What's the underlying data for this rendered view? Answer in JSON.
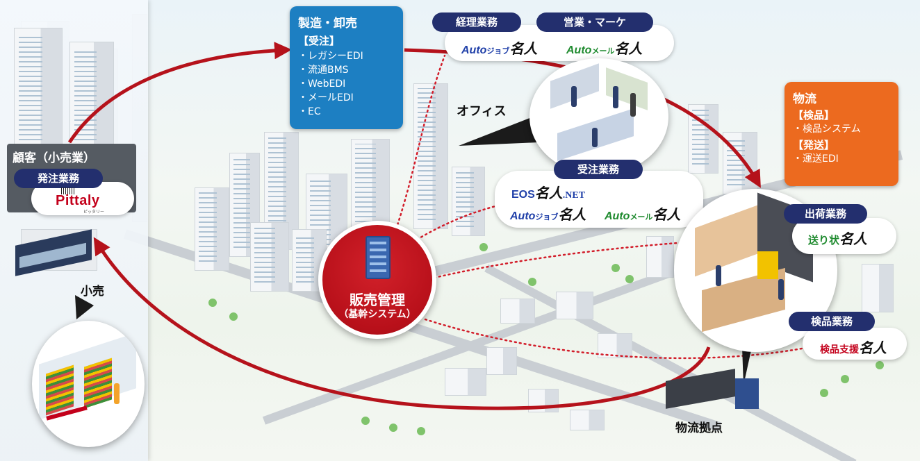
{
  "manufacturing": {
    "title": "製造・卸売",
    "section": "【受注】",
    "items": [
      "レガシーEDI",
      "流通BMS",
      "WebEDI",
      "メールEDI",
      "EC"
    ]
  },
  "office": {
    "label": "オフィス",
    "tag_accounting": "経理業務",
    "tag_sales": "営業・マーケ",
    "tag_orders": "受注業務",
    "prod_auto_job": {
      "auto": "Auto",
      "kana": "ジョブ",
      "meijin": "名人"
    },
    "prod_auto_mail": {
      "auto": "Auto",
      "kana": "メール",
      "meijin": "名人"
    },
    "prod_eos": {
      "prefix": "EOS",
      "meijin": "名人",
      "suffix": ".NET"
    }
  },
  "logistics": {
    "title": "物流",
    "inspection_section": "【検品】",
    "inspection_items": [
      "検品システム"
    ],
    "shipping_section": "【発送】",
    "shipping_items": [
      "運送EDI"
    ],
    "tag_shipping": "出荷業務",
    "tag_inspection": "検品業務",
    "prod_okurijo": {
      "kana": "送り状",
      "meijin": "名人"
    },
    "prod_kenpin": {
      "kana": "検品支援",
      "meijin": "名人"
    },
    "hub_label": "物流拠点"
  },
  "customer": {
    "title": "顧客（小売業）",
    "tag_order": "発注業務",
    "logo_text": "Pittaly",
    "logo_sub": "ピッタリー",
    "retail_label": "小売"
  },
  "core": {
    "title": "販売管理",
    "subtitle": "（基幹システム）"
  },
  "colors": {
    "navy": "#232f6e",
    "blue_box": "#1d7fc2",
    "orange_box": "#ec6a1f",
    "core_red": "#c0141c",
    "arrow_red": "#b5121b"
  }
}
